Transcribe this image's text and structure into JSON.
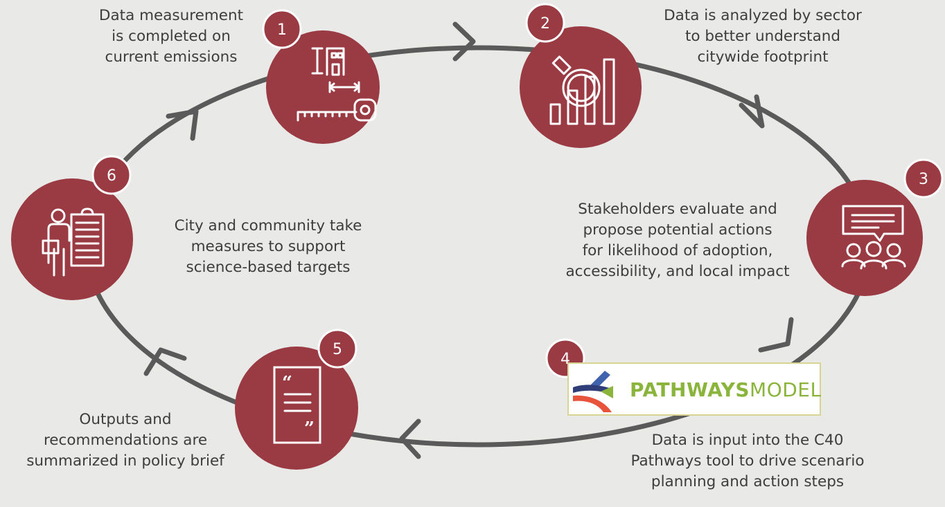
{
  "steps": [
    {
      "number": "1",
      "caption": "Data measurement\nis completed on\ncurrent emissions",
      "icon": "measuring-tape-icon"
    },
    {
      "number": "2",
      "caption": "Data is analyzed by sector\nto better understand\ncitywide footprint",
      "icon": "chart-magnifier-icon"
    },
    {
      "number": "3",
      "caption": "Stakeholders evaluate and\npropose potential actions\nfor likelihood of adoption,\naccessibility, and local impact",
      "icon": "group-discussion-icon"
    },
    {
      "number": "4",
      "caption": "Data is input into the C40\nPathways tool to drive scenario\nplanning and action steps",
      "icon": "pathways-model-logo"
    },
    {
      "number": "5",
      "caption": "Outputs and\nrecommendations are\nsummarized in policy brief",
      "icon": "document-quote-icon"
    },
    {
      "number": "6",
      "caption": "City and community take\nmeasures to support\nscience-based targets",
      "icon": "person-clipboard-icon"
    }
  ],
  "logo": {
    "bold": "PATHWAYS",
    "light": "MODEL"
  },
  "colors": {
    "circle": "#9a3a43",
    "loop": "#5a5a5a",
    "background": "#e9e9e7",
    "text": "#3d3d3d",
    "logo_green": "#8ab43c",
    "logo_blue": "#3f63ad",
    "logo_red": "#e8533c"
  }
}
